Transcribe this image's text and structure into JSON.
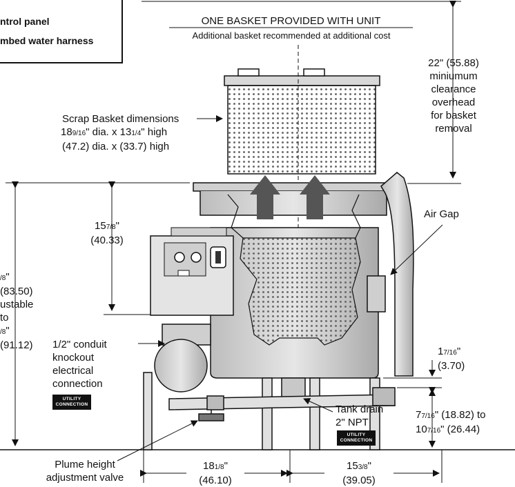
{
  "notes": {
    "line1": "ntrol panel",
    "line2": "mbed water harness"
  },
  "basket_header": {
    "title": "ONE BASKET PROVIDED WITH UNIT",
    "subtitle": "Additional basket recommended at additional cost"
  },
  "clearance": {
    "line1": "22\" (55.88)",
    "line2": "miniumum",
    "line3": "clearance",
    "line4": "overhead",
    "line5": "for basket",
    "line6": "removal"
  },
  "basket_dims": {
    "line1": "Scrap Basket dimensions",
    "l2_a": "18",
    "l2_frac": "9/16",
    "l2_b": "\" dia. x 13",
    "l2_frac2": "1/4",
    "l2_c": "\" high",
    "line3": "(47.2) dia. x (33.7) high"
  },
  "panel_height": {
    "whole": "15",
    "frac": "7/8",
    "unit": "\"",
    "metric": "(40.33)"
  },
  "overall_height": {
    "line1_frac": "/8",
    "line1_rest": "\" (83.50)",
    "line2": "ustable to",
    "line3_frac": "/8",
    "line3_rest": "\" (91.12)"
  },
  "air_gap": "Air Gap",
  "conduit": {
    "line1": "1/2\" conduit",
    "line2": "knockout",
    "line3": "electrical",
    "line4": "connection"
  },
  "utility_badge": {
    "line1": "UTILITY",
    "line2": "CONNECTION"
  },
  "drain_offset": {
    "whole": "1",
    "frac": "7/16",
    "unit": "\"",
    "metric": "(3.70)"
  },
  "tank_drain": {
    "line1": "Tank drain",
    "line2": "2\" NPT"
  },
  "plume_height": {
    "l1_whole": "7",
    "l1_frac": "7/16",
    "l1_rest": "\" (18.82) to",
    "l2_whole": "10",
    "l2_frac": "7/16",
    "l2_rest": "\" (26.44)"
  },
  "plume_valve": {
    "line1": "Plume height",
    "line2": "adjustment valve"
  },
  "base_left": {
    "whole": "18",
    "frac": "1/8",
    "unit": "\"",
    "metric": "(46.10)"
  },
  "base_right": {
    "whole": "15",
    "frac": "3/8",
    "unit": "\"",
    "metric": "(39.05)"
  }
}
